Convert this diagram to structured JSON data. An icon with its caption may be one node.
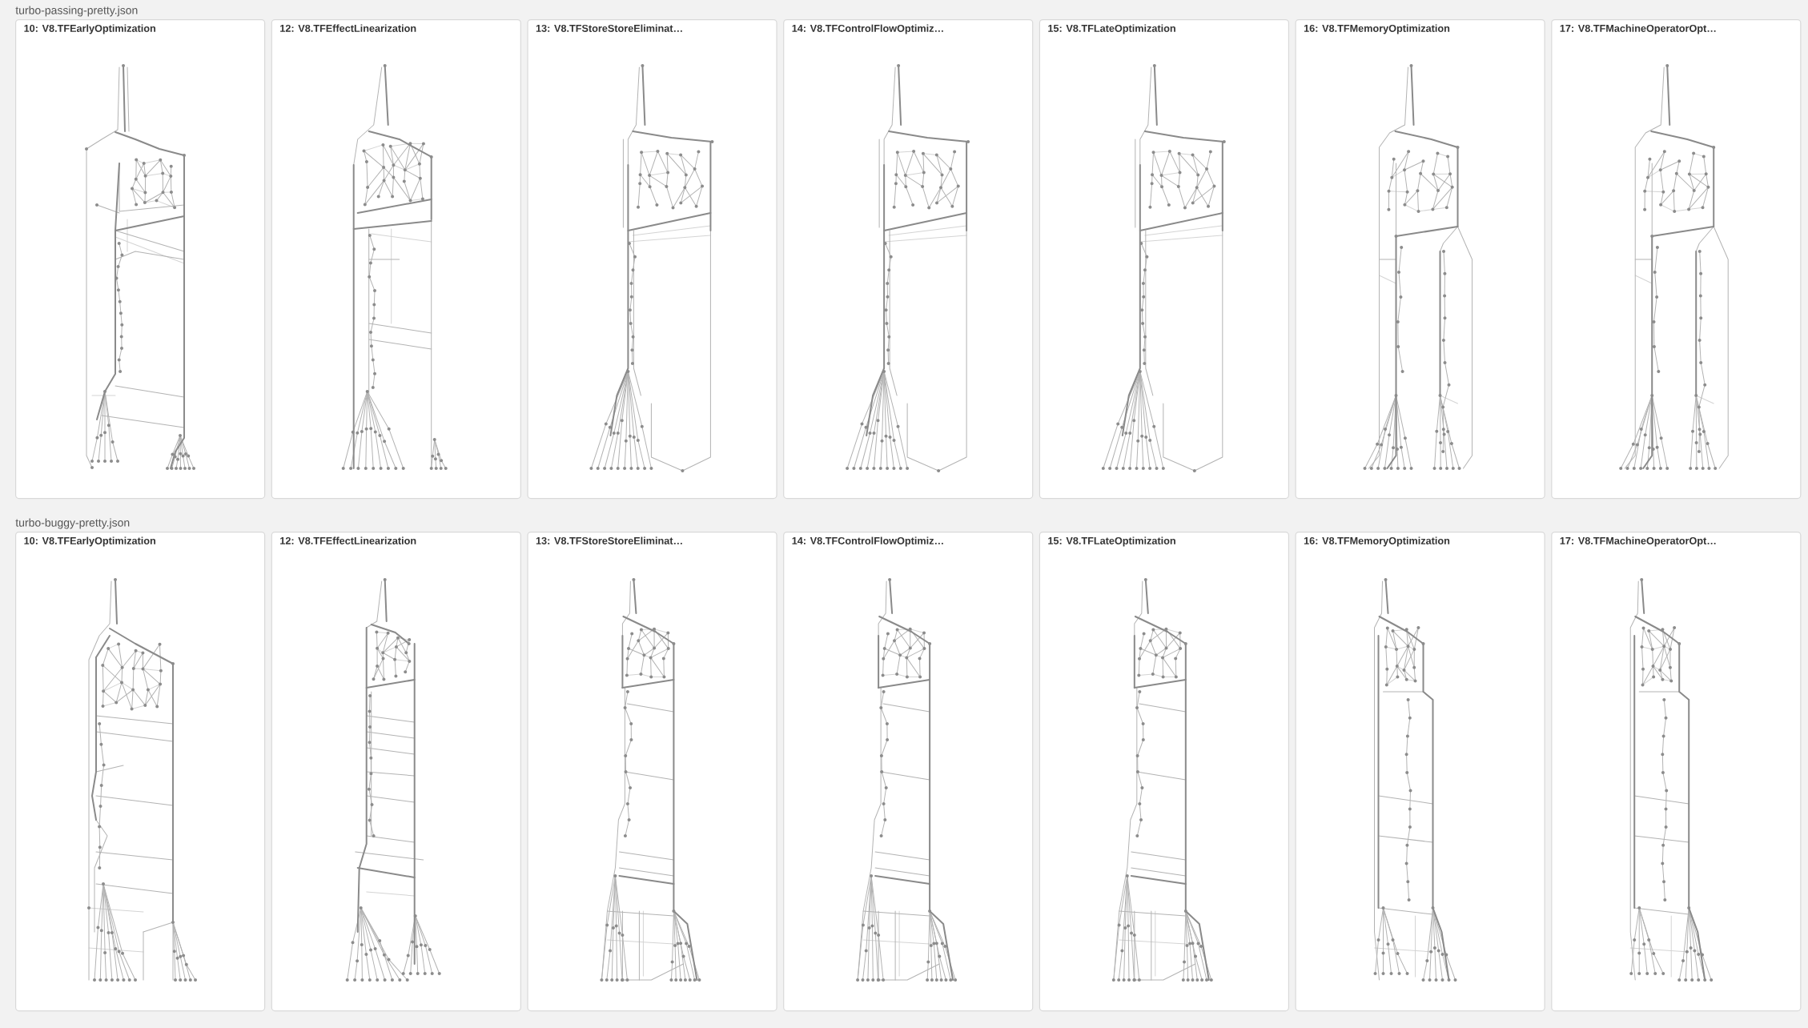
{
  "diagram": {
    "nodes": [
      {
        "text": [
          "10: V8.TFEarlyOptimization"
        ]
      },
      {
        "text": [
          "12: V8.TFEffectLinearization"
        ]
      },
      {
        "text": [
          "13: V8.TFStoreStoreEliminat…"
        ]
      },
      {
        "text": [
          "14: V8.TFControlFlowOptimiz…"
        ]
      },
      {
        "text": [
          "15: V8.TFLateOptimization"
        ]
      },
      {
        "text": [
          "16: V8.TFMemoryOptimization"
        ]
      },
      {
        "text": [
          "17: V8.TFMachineOperatorOpt…"
        ]
      },
      {
        "text": [
          "10: V8.TFEarlyOptimization"
        ]
      },
      {
        "text": [
          "12: V8.TFEffectLinearization"
        ]
      },
      {
        "text": [
          "13: V8.TFStoreStoreEliminat…"
        ]
      },
      {
        "text": [
          "14: V8.TFControlFlowOptimiz…"
        ]
      },
      {
        "text": [
          "15: V8.TFLateOptimization"
        ]
      },
      {
        "text": [
          "16: V8.TFMemoryOptimization"
        ]
      },
      {
        "text": [
          "17: V8.TFMachineOperatorOpt…"
        ]
      }
    ],
    "labels": [
      "turbo-passing-pretty.json",
      "turbo-buggy-pretty.json"
    ]
  }
}
